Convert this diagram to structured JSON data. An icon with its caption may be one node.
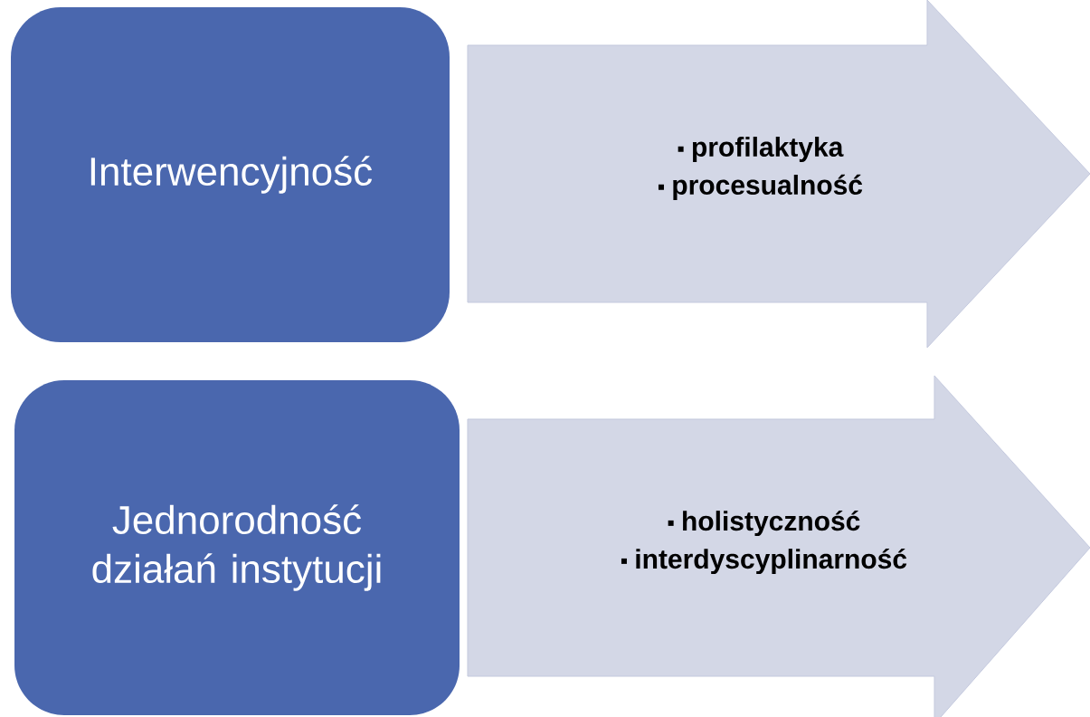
{
  "diagram": {
    "nodes": [
      {
        "text": [
          "Interwencyjność"
        ]
      },
      {
        "text": [
          "profilaktyka",
          "procesualność"
        ]
      },
      {
        "text": [
          "Jednorodność działań instytucji"
        ]
      },
      {
        "text": [
          "holistyczność",
          "interdyscyplinarność"
        ]
      }
    ]
  }
}
